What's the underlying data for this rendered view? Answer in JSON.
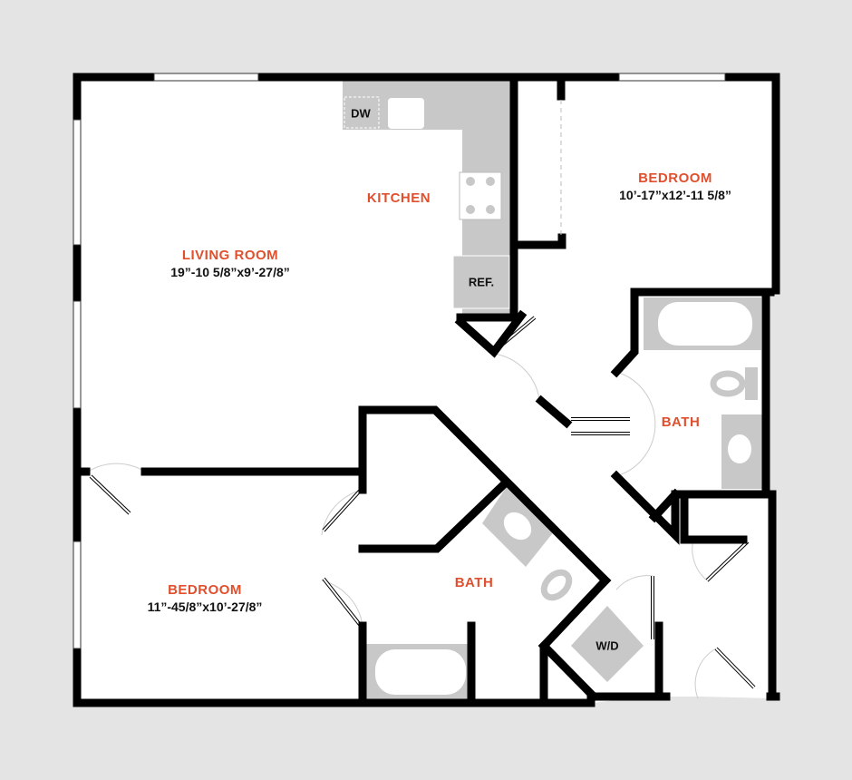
{
  "rooms": {
    "living": {
      "name": "LIVING ROOM",
      "dims": "19”-10 5/8”x9’-27/8”"
    },
    "kitchen": {
      "name": "KITCHEN"
    },
    "bedroom1": {
      "name": "BEDROOM",
      "dims": "10’-17”x12’-11 5/8”"
    },
    "bedroom2": {
      "name": "BEDROOM",
      "dims": "11”-45/8”x10’-27/8”"
    },
    "bath1": {
      "name": "BATH"
    },
    "bath2": {
      "name": "BATH"
    }
  },
  "fixtures": {
    "dishwasher": "DW",
    "refrigerator": "REF.",
    "washer_dryer": "W/D"
  },
  "colors": {
    "label": "#e0502e",
    "wall": "#000000",
    "fixture": "#c8c8c8",
    "background": "#e4e4e4"
  }
}
